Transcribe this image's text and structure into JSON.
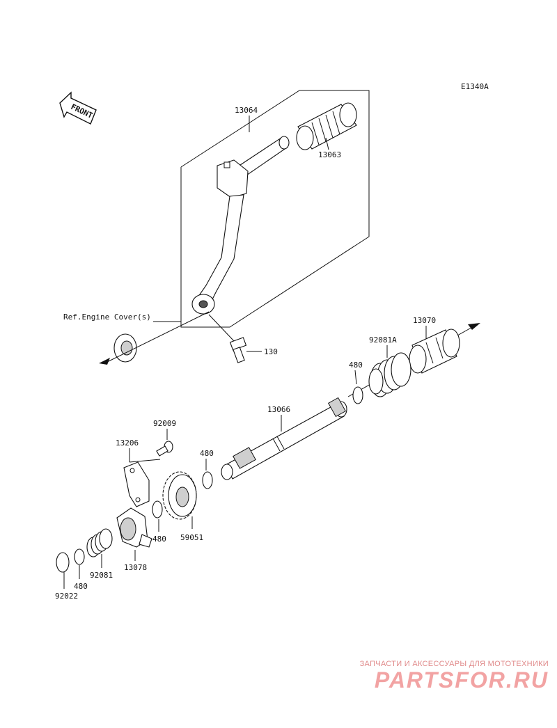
{
  "diagram_code": "E1340A",
  "front_label": "FRONT",
  "ref_label": "Ref.Engine Cover(s)",
  "watermark": {
    "tagline": "ЗАПЧАСТИ И АКСЕССУАРЫ ДЛЯ МОТОТЕХНИКИ",
    "brand": "PARTSFOR.RU"
  },
  "parts": {
    "p13064": "13064",
    "p13063": "13063",
    "p130": "130",
    "p13070": "13070",
    "p92081A": "92081A",
    "p480a": "480",
    "p13066": "13066",
    "p92009": "92009",
    "p13206": "13206",
    "p480b": "480",
    "p480c": "480",
    "p59051": "59051",
    "p13078": "13078",
    "p92081": "92081",
    "p480d": "480",
    "p92022": "92022"
  }
}
